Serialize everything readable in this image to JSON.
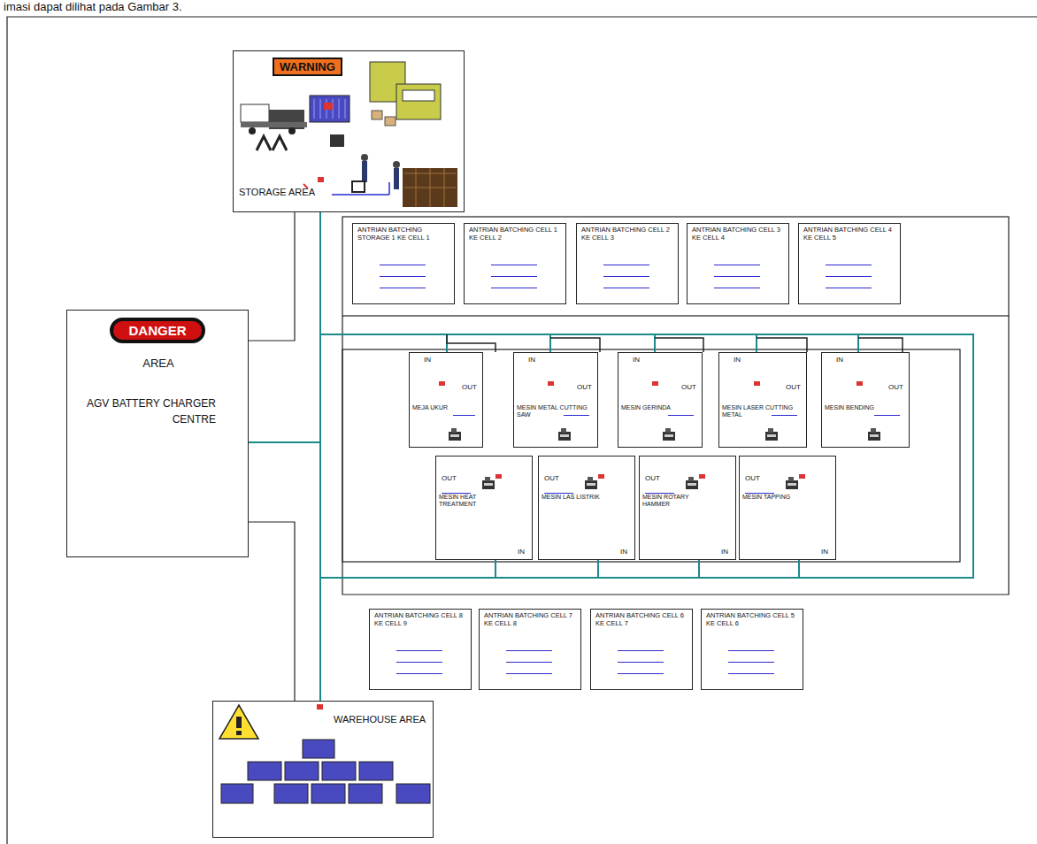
{
  "diagram": {
    "caption": "imasi dapat dilihat pada Gambar 3.",
    "nodes": [
      {
        "text": [
          "STORAGE AREA"
        ]
      },
      {
        "text": [
          "DANGER",
          "AREA",
          "AGV BATTERY CHARGER CENTRE"
        ]
      },
      {
        "text": [
          "ANTRIAN BATCHING STORAGE 1 KE CELL 1"
        ]
      },
      {
        "text": [
          "ANTRIAN BATCHING CELL 1 KE CELL 2"
        ]
      },
      {
        "text": [
          "ANTRIAN BATCHING CELL 2 KE CELL 3"
        ]
      },
      {
        "text": [
          "ANTRIAN BATCHING CELL 3 KE CELL 4"
        ]
      },
      {
        "text": [
          "ANTRIAN BATCHING CELL 4 KE CELL 5"
        ]
      },
      {
        "text": [
          "MEJA UKUR",
          "IN",
          "OUT"
        ]
      },
      {
        "text": [
          "MESIN METAL CUTTING SAW",
          "IN",
          "OUT"
        ]
      },
      {
        "text": [
          "MESIN GERINDA",
          "IN",
          "OUT"
        ]
      },
      {
        "text": [
          "MESIN LASER CUTTING METAL",
          "IN",
          "OUT"
        ]
      },
      {
        "text": [
          "MESIN BENDING",
          "IN",
          "OUT"
        ]
      },
      {
        "text": [
          "MESIN HEAT TREATMENT",
          "OUT",
          "IN"
        ]
      },
      {
        "text": [
          "MESIN LAS LISTRIK",
          "OUT",
          "IN"
        ]
      },
      {
        "text": [
          "MESIN ROTARY HAMMER",
          "OUT",
          "IN"
        ]
      },
      {
        "text": [
          "MESIN TAPPING",
          "OUT",
          "IN"
        ]
      },
      {
        "text": [
          "ANTRIAN BATCHING CELL 8 KE CELL 9"
        ]
      },
      {
        "text": [
          "ANTRIAN BATCHING CELL 7 KE CELL 8"
        ]
      },
      {
        "text": [
          "ANTRIAN BATCHING CELL 6 KE CELL 7"
        ]
      },
      {
        "text": [
          "ANTRIAN BATCHING CELL 5 KE CELL 6"
        ]
      },
      {
        "text": [
          "WAREHOUSE AREA"
        ]
      }
    ],
    "edges": [
      {
        "from": 0,
        "to": 1,
        "arrow": "none"
      },
      {
        "from": 1,
        "to": 20,
        "arrow": "none"
      },
      {
        "from": 0,
        "to": 20,
        "arrow": "none"
      }
    ],
    "labels": [
      "WARNING"
    ]
  }
}
